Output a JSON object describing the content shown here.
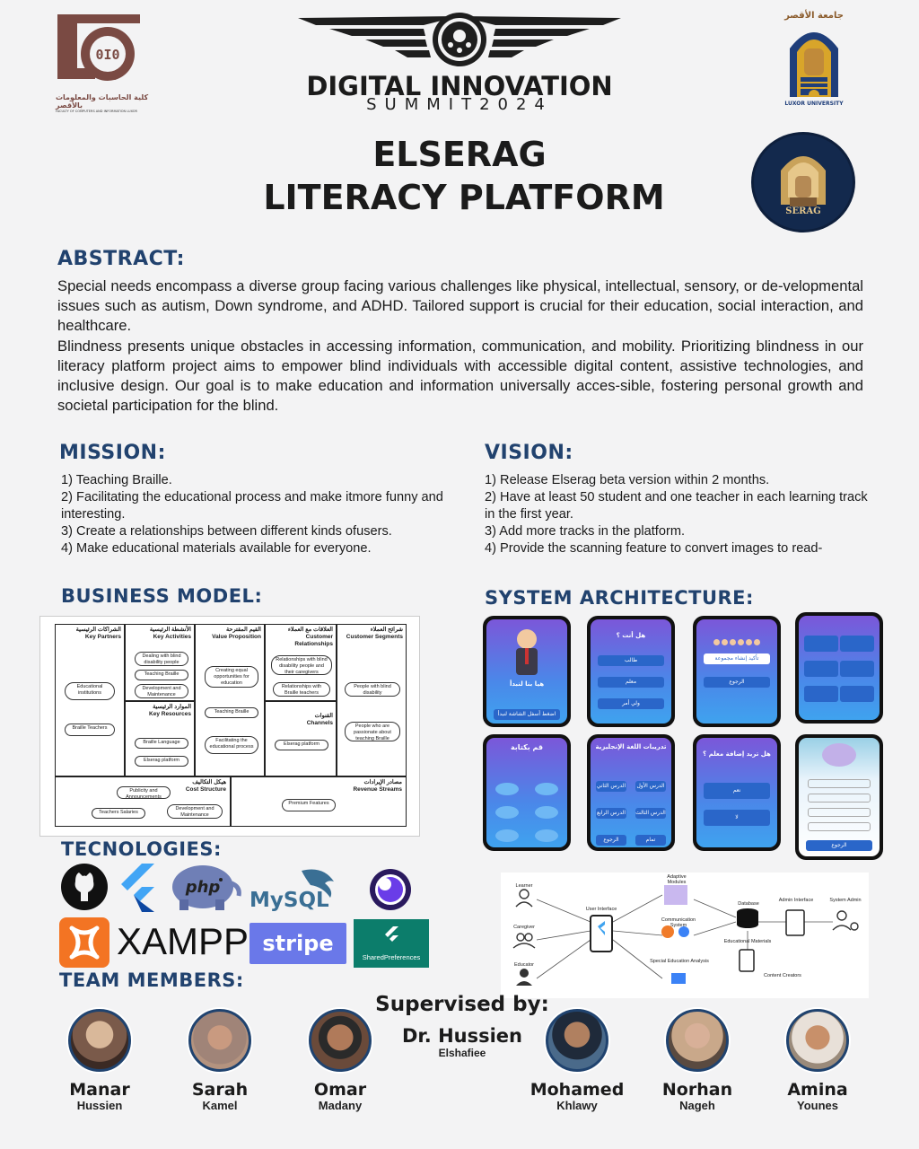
{
  "header": {
    "faculty_logo_text": "كلية الحاسبات والمعلومات بالأقصر",
    "faculty_logo_subtext": "FACULTY OF COMPUTERS AND INFORMATION LUXOR",
    "summit_title": "DIGITAL INNOVATION",
    "summit_subtitle": "SUMMIT2024",
    "university_arabic": "جامعة الأقصر",
    "university_english": "LUXOR UNIVERSITY"
  },
  "project": {
    "title_line1": "ELSERAG",
    "title_line2": "LITERACY PLATFORM",
    "logo_text": "SERAG"
  },
  "abstract": {
    "heading": "ABSTRACT:",
    "paragraph1": "Special needs encompass a diverse group facing various challenges like physical, intellectual, sensory, or de-velopmental issues such as autism, Down syndrome, and ADHD. Tailored support is crucial for their education, social interaction, and healthcare.",
    "paragraph2": "Blindness presents unique obstacles in accessing information, communication, and mobility. Prioritizing blindness in our literacy platform project aims to empower blind individuals with accessible digital content, assistive technologies, and inclusive design. Our goal is to make education and information universally acces-sible, fostering personal growth and societal participation for the blind."
  },
  "mission": {
    "heading": "MISSION:",
    "items": [
      "1) Teaching Braille.",
      "2) Facilitating the educational process and make itmore funny and interesting.",
      "3) Create a relationships between different kinds ofusers.",
      "4) Make educational materials available for everyone."
    ]
  },
  "vision": {
    "heading": "VISION:",
    "items": [
      "1) Release Elserag beta version within 2 months.",
      "2) Have at least 50 student and one teacher in each learning track in the first year.",
      "3) Add more tracks in the platform.",
      "4) Provide the scanning feature to convert images to read-"
    ]
  },
  "business_model": {
    "heading": "BUSINESS MODEL:",
    "key_partners": {
      "ar": "الشراكات الرئيسية",
      "en": "Key Partners",
      "items": [
        "Educational institutions",
        "Braille Teachers"
      ]
    },
    "key_activities": {
      "ar": "الأنشطة الرئيسية",
      "en": "Key Activities",
      "items": [
        "Dealing with blind disability people",
        "Teaching Braille",
        "Development and Maintenance"
      ]
    },
    "key_resources": {
      "ar": "الموارد الرئيسية",
      "en": "Key Resources",
      "items": [
        "Braille Language",
        "Elserag platform"
      ]
    },
    "value_proposition": {
      "ar": "القيم المقترحة",
      "en": "Value Proposition",
      "items": [
        "Creating equal opportunities for education",
        "Teaching Braille",
        "Facilitating the educational process"
      ]
    },
    "customer_relationships": {
      "ar": "العلاقات مع العملاء",
      "en": "Customer Relationships",
      "items": [
        "Relationships with blind disability people and their caregivers",
        "Relationships with Braille teachers"
      ]
    },
    "channels": {
      "ar": "القنوات",
      "en": "Channels",
      "items": [
        "Elserag platform"
      ]
    },
    "customer_segments": {
      "ar": "شرائح العملاء",
      "en": "Customer Segments",
      "items": [
        "People with blind disability",
        "People who are passionate about teaching Braille"
      ]
    },
    "cost_structure": {
      "ar": "هيكل التكاليف",
      "en": "Cost Structure",
      "items": [
        "Publicity and Announcements",
        "Teachers Salaries",
        "Development and Maintenance"
      ]
    },
    "revenue_streams": {
      "ar": "مصادر الإيرادات",
      "en": "Revenue Streams",
      "items": [
        "Premium Features"
      ]
    }
  },
  "system_architecture": {
    "heading": "SYSTEM ARCHITECTURE:",
    "screens": [
      {
        "title": "هيا بنا لنبدأ",
        "button": "اضغط أسفل الشاشة لنبدأ"
      },
      {
        "title": "هل أنت ؟",
        "buttons": [
          "طالب",
          "معلم",
          "ولي أمر"
        ]
      },
      {
        "title": "",
        "buttons": [
          "تأكيد إنشاء مجموعة",
          "الرجوع"
        ]
      },
      {
        "title": "",
        "buttons": []
      },
      {
        "title": "قم بكتابة",
        "buttons": []
      },
      {
        "title": "تدريبات اللغة الإنجليزية",
        "buttons": [
          "الدرس الأول",
          "الدرس الثاني",
          "الدرس الثالث",
          "الدرس الرابع",
          "الرجوع",
          "تمام"
        ]
      },
      {
        "title": "هل تريد إضافة معلم ؟",
        "buttons": [
          "نعم",
          "لا"
        ]
      },
      {
        "title": "",
        "buttons": [
          "الرجوع"
        ]
      }
    ],
    "diagram": {
      "actors": [
        "Learner",
        "Caregiver",
        "Educator"
      ],
      "nodes": [
        "User Interface",
        "Adaptive Modules",
        "Communication System",
        "Special Education Analysis",
        "Database",
        "Educational Materials",
        "Content Creators",
        "Admin Interface",
        "System Admin"
      ]
    }
  },
  "technologies": {
    "heading": "TECNOLOGIES:",
    "items": [
      "github-logo",
      "flutter-logo",
      "php-logo",
      "mysql-logo",
      "firebase-logo",
      "xampp-logo",
      "stripe-logo",
      "shared-preferences-logo"
    ],
    "labels": {
      "php": "php",
      "mysql": "MySQL",
      "xampp": "XAMPP",
      "stripe": "stripe",
      "shared_prefs": "SharedPreferences"
    }
  },
  "team": {
    "heading": "TEAM MEMBERS:",
    "members": [
      {
        "first": "Manar",
        "last": "Hussien"
      },
      {
        "first": "Sarah",
        "last": "Kamel"
      },
      {
        "first": "Omar",
        "last": "Madany"
      },
      {
        "first": "Mohamed",
        "last": "Khlawy"
      },
      {
        "first": "Norhan",
        "last": "Nageh"
      },
      {
        "first": "Amina",
        "last": "Younes"
      }
    ]
  },
  "supervisor": {
    "label": "Supervised by:",
    "name": "Dr. Hussien",
    "surname": "Elshafiee"
  },
  "colors": {
    "heading_blue": "#21426e",
    "accent_brown": "#7a4a43",
    "app_purple": "#7b57d9",
    "app_blue": "#3fa3ef"
  }
}
